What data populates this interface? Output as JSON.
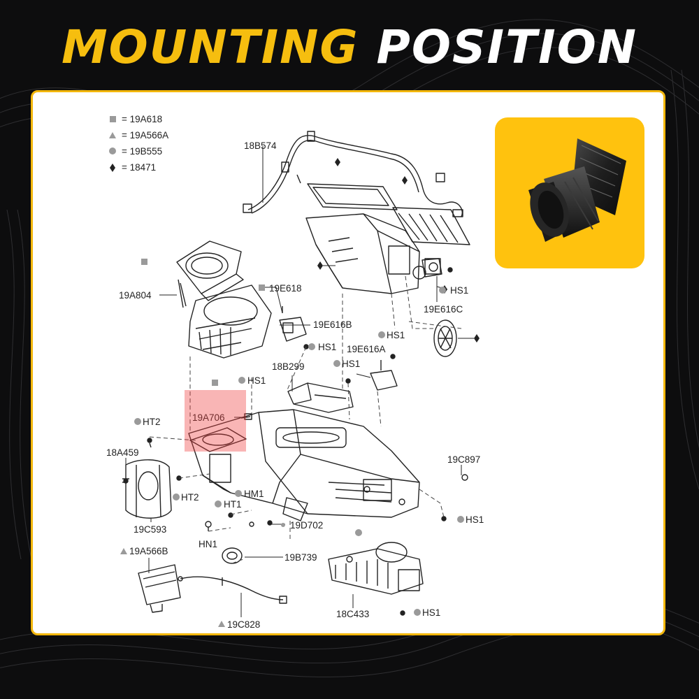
{
  "title": {
    "part1": "MOUNTING",
    "part2": "POSITION"
  },
  "colors": {
    "accent": "#f6be0f",
    "highlight": "#f03c3c",
    "background": "#0d0d0e"
  },
  "legend": [
    {
      "symbol": "square",
      "text": "= 19A618"
    },
    {
      "symbol": "triangle",
      "text": "= 19A566A"
    },
    {
      "symbol": "circle",
      "text": "= 19B555"
    },
    {
      "symbol": "diamond",
      "text": "= 18471"
    }
  ],
  "labels": {
    "l18B574": "18B574",
    "l19A804": "19A804",
    "l19E618": "19E618",
    "l19E616B": "19E616B",
    "l19E616C": "19E616C",
    "l18B299": "18B299",
    "l19E616A": "19E616A",
    "l19A706": "19A706",
    "l18A459": "18A459",
    "l19C593": "19C593",
    "l19C897": "19C897",
    "l19D702": "19D702",
    "l19B739": "19B739",
    "l19A566B": "19A566B",
    "l19C828": "19C828",
    "l18C433": "18C433",
    "HS1": "HS1",
    "HT1": "HT1",
    "HT2": "HT2",
    "HM1": "HM1",
    "HN1": "HN1"
  },
  "highlighted_part": "19A706",
  "inset": {
    "icon": "blower-motor-resistor-icon"
  }
}
